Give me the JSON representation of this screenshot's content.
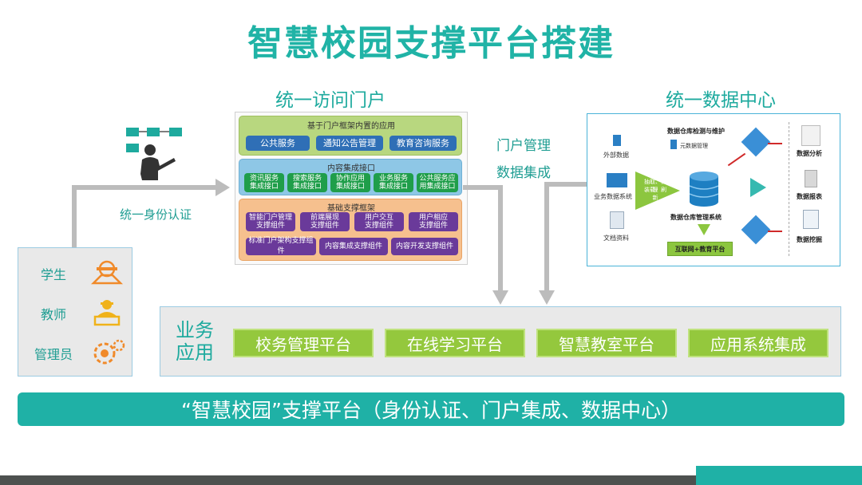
{
  "title": "智慧校园支撑平台搭建",
  "portal": {
    "heading": "统一访问门户",
    "apps": {
      "title": "基于门户框架内置的应用",
      "items": [
        "公共服务",
        "通知公告管理",
        "教育咨询服务"
      ]
    },
    "integration": {
      "title": "内容集成接口",
      "items": [
        "资讯服务\n集成接口",
        "搜索服务\n集成接口",
        "协作应用\n集成接口",
        "业务服务\n集成接口",
        "公共服务应\n用集成接口"
      ]
    },
    "framework": {
      "title": "基础支撑框架",
      "row1": [
        "智能门户管理\n支撑组件",
        "前端展现\n支撑组件",
        "用户交互\n支撑组件",
        "用户相应\n支撑组件"
      ],
      "row2": [
        "标准门户架构支撑组件",
        "内容集成支撑组件",
        "内容开发支撑组件"
      ]
    }
  },
  "side_labels": {
    "identity": "统一身份认证",
    "portal_mgmt": "门户管理",
    "data_integration": "数据集成"
  },
  "data_center": {
    "heading": "统一数据中心",
    "monitor": "数据仓库检测与维护",
    "metadata": "元数据管理",
    "sources": [
      "外部数据",
      "业务数据系统",
      "文档资料"
    ],
    "etl": [
      "抽取、清理",
      "装载、刷新"
    ],
    "warehouse": "数据仓库管理系统",
    "platform": "互联网+教育平台",
    "outputs": [
      "数据分析",
      "数据报表",
      "数据挖掘"
    ]
  },
  "users": [
    {
      "label": "学生",
      "icon": "student-icon"
    },
    {
      "label": "教师",
      "icon": "teacher-icon"
    },
    {
      "label": "管理员",
      "icon": "admin-icon"
    }
  ],
  "business": {
    "label": "业务\n应用",
    "items": [
      "校务管理平台",
      "在线学习平台",
      "智慧教室平台",
      "应用系统集成"
    ]
  },
  "bottom_banner": "“智慧校园”支撑平台（身份认证、门户集成、数据中心）",
  "colors": {
    "accent": "#20b3a6",
    "green": "#94c83d",
    "blue": "#2f6fb6",
    "purple": "#6a3a9a",
    "gray_panel": "#e9e9e9"
  }
}
